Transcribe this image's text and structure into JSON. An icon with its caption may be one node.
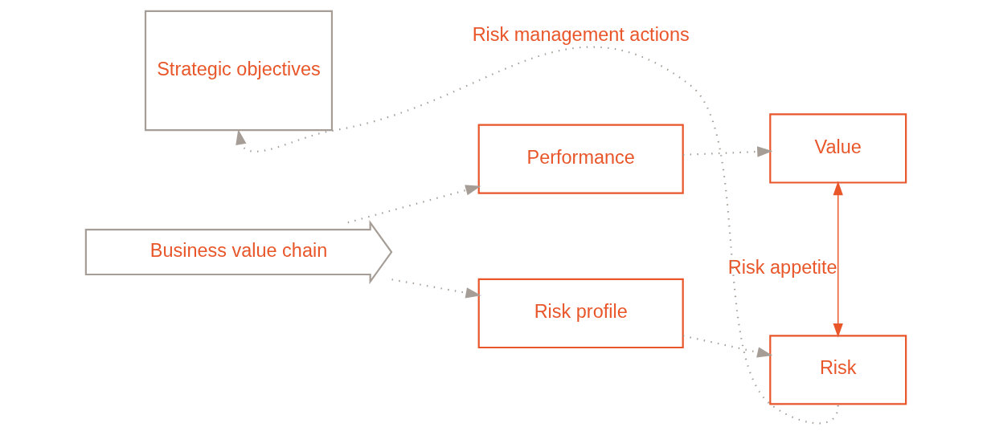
{
  "diagram": {
    "nodes": [
      {
        "text": [
          "Strategic objectives"
        ]
      },
      {
        "text": [
          "Business value chain"
        ]
      },
      {
        "text": [
          "Performance"
        ]
      },
      {
        "text": [
          "Value"
        ]
      },
      {
        "text": [
          "Risk profile"
        ]
      },
      {
        "text": [
          "Risk"
        ]
      }
    ],
    "edges": [
      {
        "from": 1,
        "to": 2,
        "arrow": "to",
        "style": "dashed"
      },
      {
        "from": 1,
        "to": 4,
        "arrow": "to",
        "style": "dashed"
      },
      {
        "from": 2,
        "to": 3,
        "arrow": "to",
        "style": "dashed"
      },
      {
        "from": 4,
        "to": 5,
        "arrow": "to",
        "style": "dashed"
      },
      {
        "from": 3,
        "to": 5,
        "arrow": "both",
        "label": "Risk appetite",
        "color": "#e8562a"
      },
      {
        "from": 5,
        "to": 0,
        "arrow": "to",
        "label": "Risk management actions",
        "style": "dashed"
      }
    ]
  }
}
